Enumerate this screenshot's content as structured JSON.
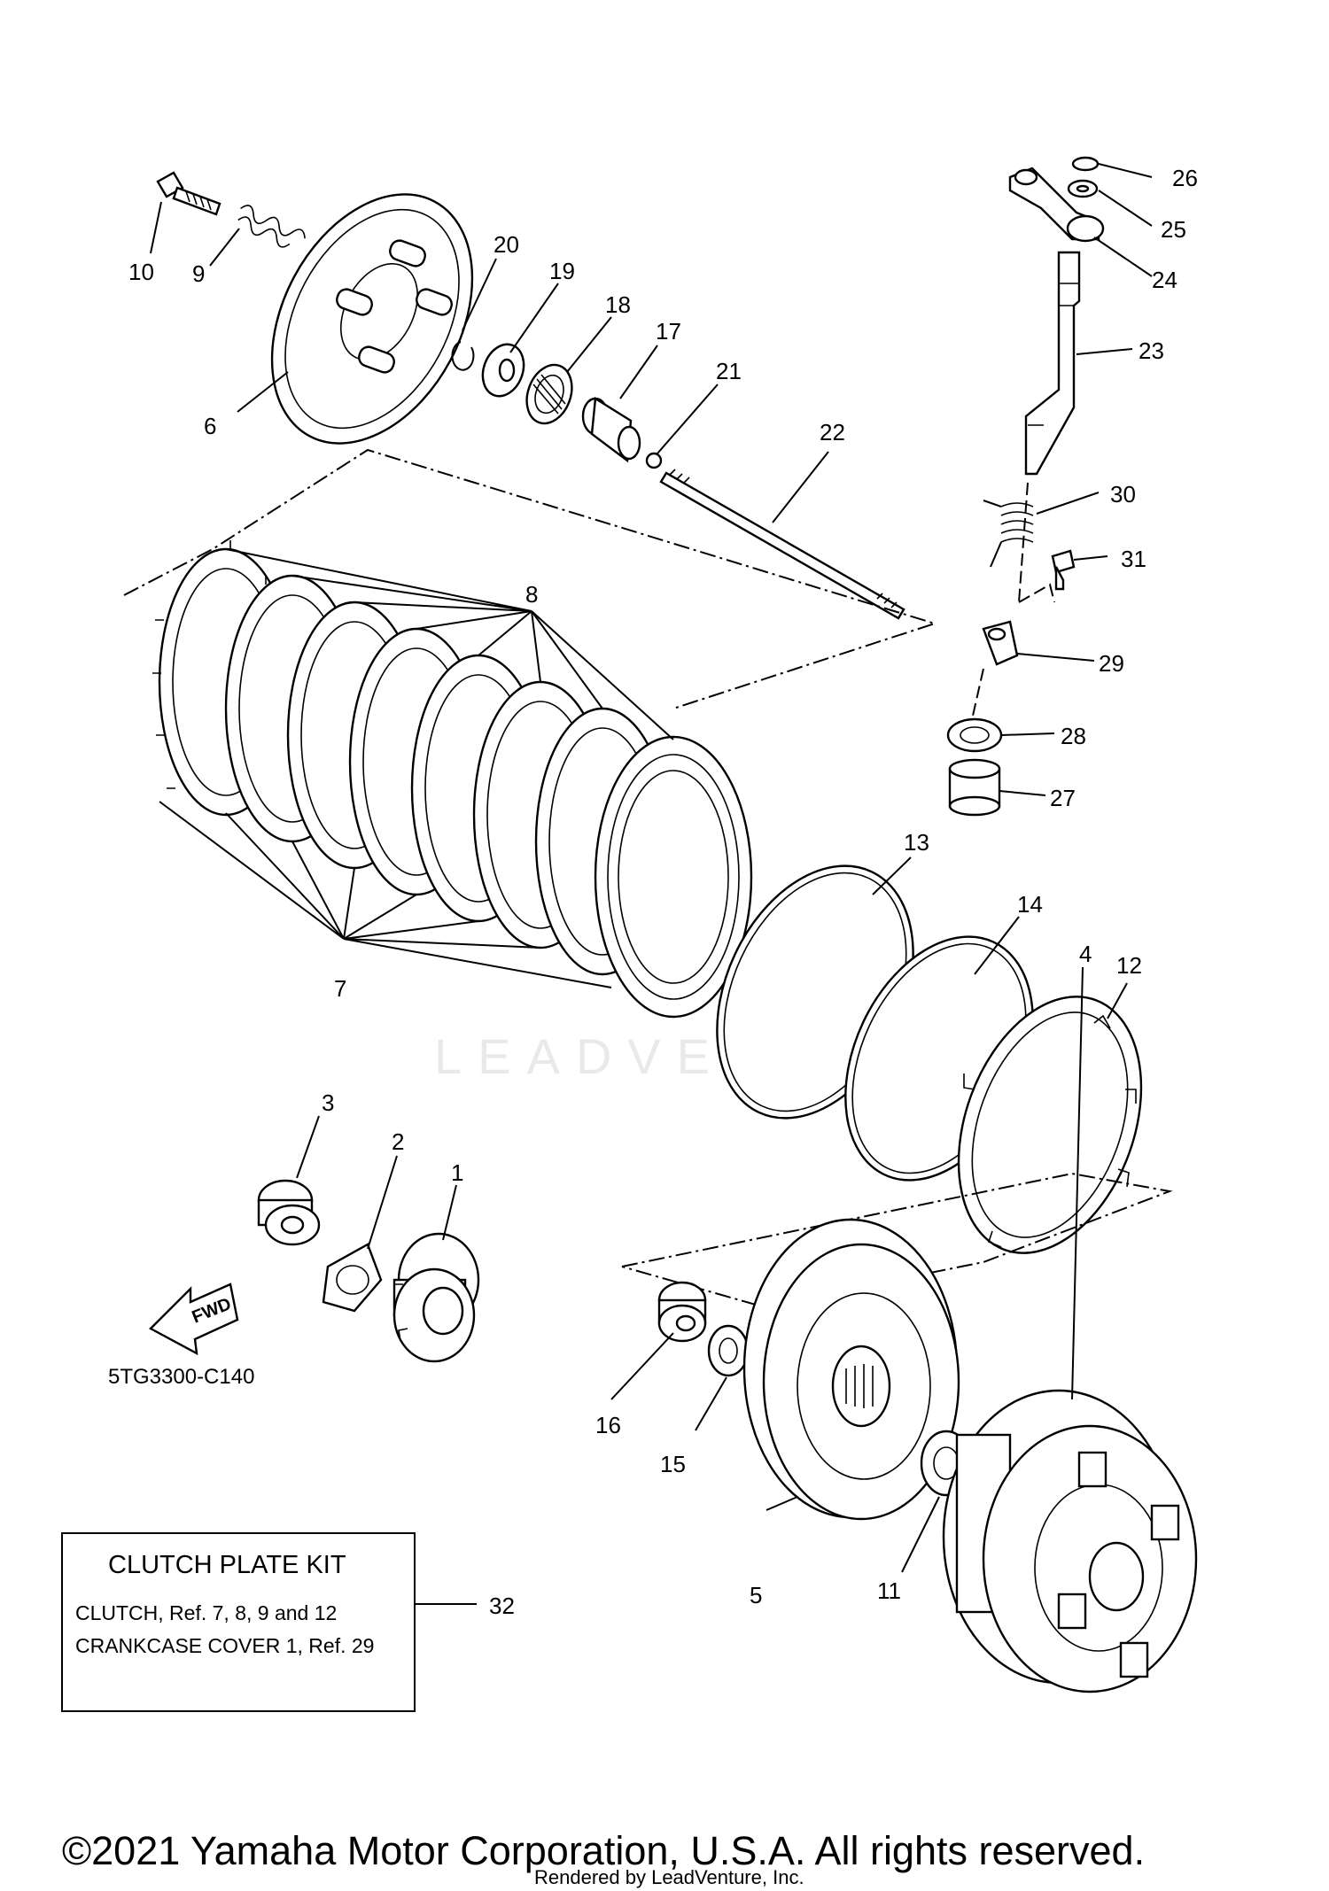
{
  "diagram": {
    "callouts": [
      "1",
      "2",
      "3",
      "4",
      "5",
      "6",
      "7",
      "8",
      "9",
      "10",
      "11",
      "12",
      "13",
      "14",
      "15",
      "16",
      "17",
      "18",
      "19",
      "20",
      "21",
      "22",
      "23",
      "24",
      "25",
      "26",
      "27",
      "28",
      "29",
      "30",
      "31",
      "32"
    ],
    "figure_code": "5TG3300-C140",
    "fwd_label": "FWD",
    "watermark": "LEADVENTURE"
  },
  "kit_box": {
    "title": "CLUTCH PLATE KIT",
    "line1": "CLUTCH, Ref. 7, 8, 9 and 12",
    "line2": "CRANKCASE COVER 1, Ref. 29"
  },
  "footer": {
    "copyright": "©2021 Yamaha Motor Corporation, U.S.A. All rights reserved.",
    "rendered_by": "Rendered by LeadVenture, Inc."
  }
}
